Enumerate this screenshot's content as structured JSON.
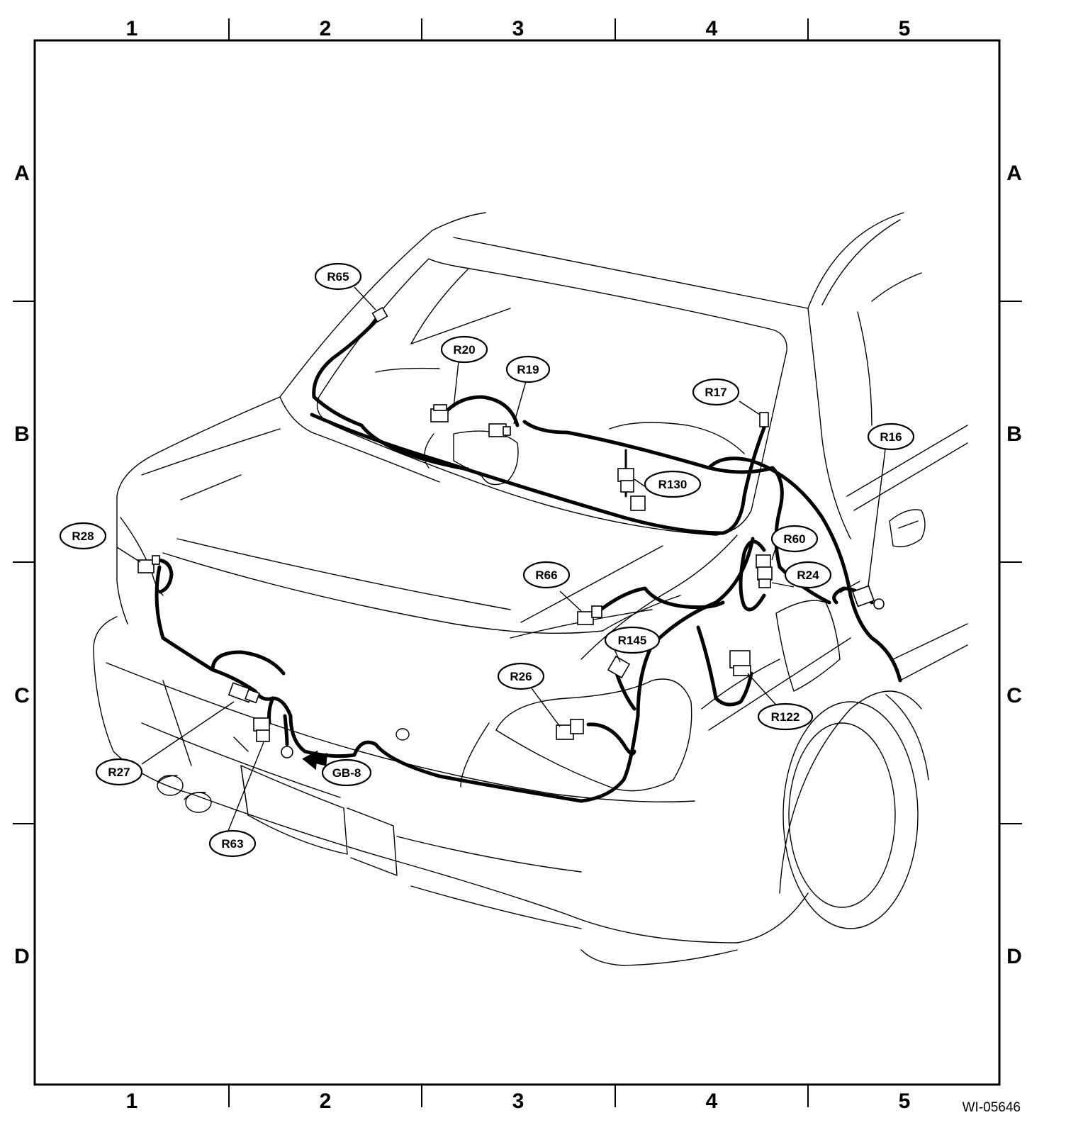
{
  "grid": {
    "columns": [
      "1",
      "2",
      "3",
      "4",
      "5"
    ],
    "rows": [
      "A",
      "B",
      "C",
      "D"
    ]
  },
  "callouts": {
    "r65": "R65",
    "r20": "R20",
    "r19": "R19",
    "r17": "R17",
    "r16": "R16",
    "r130": "R130",
    "r28": "R28",
    "r60": "R60",
    "r24": "R24",
    "r66": "R66",
    "r145": "R145",
    "r26": "R26",
    "r122": "R122",
    "r27": "R27",
    "r63": "R63",
    "gb8": "GB-8"
  },
  "figure_code": "WI-05646"
}
